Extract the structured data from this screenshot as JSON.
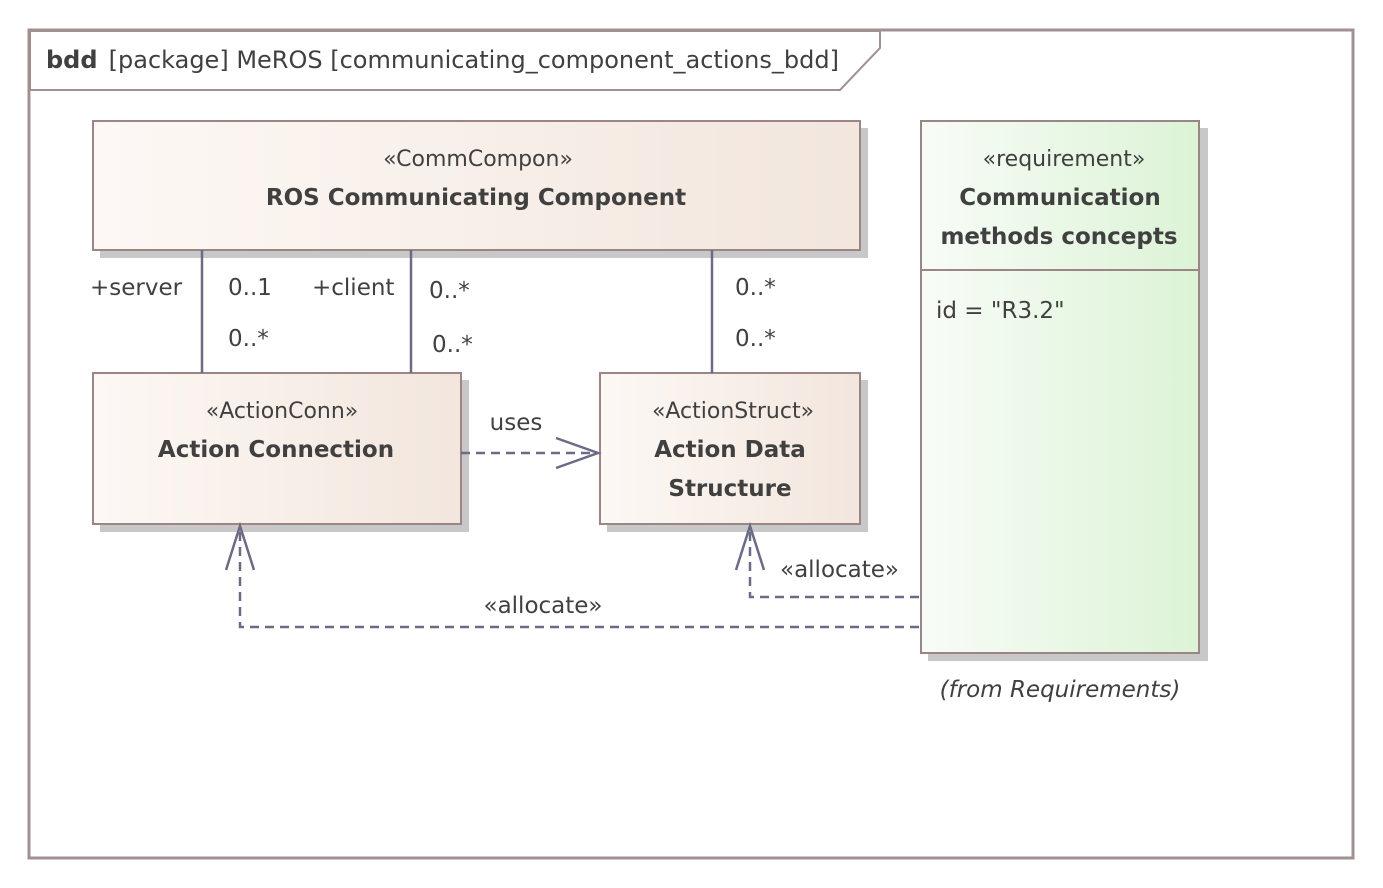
{
  "frame": {
    "kind": "bdd",
    "title": "[package] MeROS [communicating_component_actions_bdd]"
  },
  "blocks": {
    "comm_component": {
      "stereotype": "«CommCompon»",
      "name": "ROS Communicating Component"
    },
    "action_connection": {
      "stereotype": "«ActionConn»",
      "name": "Action Connection"
    },
    "action_struct": {
      "stereotype": "«ActionStruct»",
      "name_line1": "Action Data",
      "name_line2": "Structure"
    },
    "requirement": {
      "stereotype": "«requirement»",
      "name_line1": "Communication",
      "name_line2": "methods concepts",
      "property": "id = \"R3.2\"",
      "origin": "(from Requirements)"
    }
  },
  "associations": {
    "server": {
      "role": "+server",
      "mult_top": "0..1",
      "mult_bottom": "0..*"
    },
    "client": {
      "role": "+client",
      "mult_top": "0..*",
      "mult_bottom": "0..*"
    },
    "struct": {
      "mult_top": "0..*",
      "mult_bottom": "0..*"
    }
  },
  "dependencies": {
    "uses": "uses",
    "allocate_struct": "«allocate»",
    "allocate_conn": "«allocate»"
  },
  "colors": {
    "block_fill_start": "#fdf8f5",
    "block_fill_end": "#f2e6dd",
    "requirement_fill_start": "#f8fcf7",
    "requirement_fill_end": "#dcf3d6",
    "line": "#6b6b85",
    "border": "#9c8585"
  }
}
